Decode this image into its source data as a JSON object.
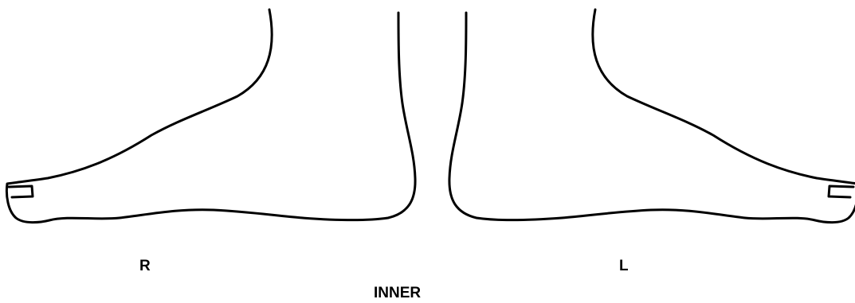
{
  "diagram": {
    "right_foot_label": "R",
    "left_foot_label": "L",
    "view_label": "INNER",
    "right_foot_icon": "right-foot-inner-outline",
    "left_foot_icon": "left-foot-inner-outline",
    "line_color": "#000000",
    "background_color": "#ffffff"
  }
}
